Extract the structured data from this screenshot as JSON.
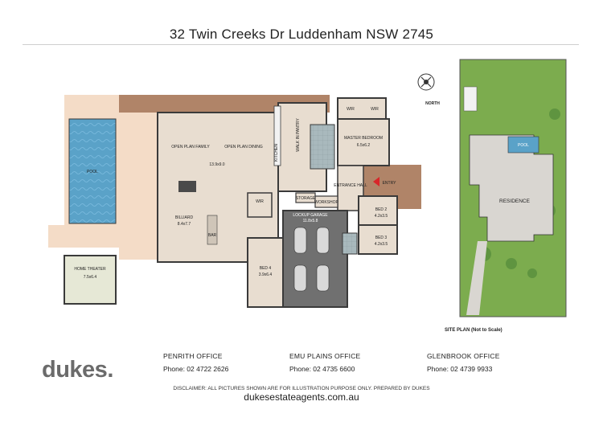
{
  "header": {
    "address": "32 Twin Creeks Dr Luddenham NSW 2745"
  },
  "compass": {
    "label": "NORTH"
  },
  "rooms": {
    "pool": "POOL",
    "home_theater": "HOME THEATER",
    "home_theater_size": "7.5x6.4",
    "open_plan_family": "OPEN PLAN FAMILY",
    "open_plan_dining": "OPEN PLAN DINING",
    "open_plan_size": "13.9x9.0",
    "billiard": "BILLIARD",
    "billiard_size": "8.4x7.7",
    "bar": "BAR",
    "kitchen": "KITCHEN",
    "walk_in_pantry": "WALK IN PANTRY",
    "wir_1": "WIR",
    "wir_2": "WIR",
    "wir_3": "WIR",
    "master_bedroom": "MASTER BEDROOM",
    "master_bedroom_size": "6.5x6.2",
    "entrance_hall": "ENTRANCE HALL",
    "entry": "ENTRY",
    "storage": "STORAGE",
    "workshop": "WORKSHOP",
    "lockup_garage": "LOCKUP GARAGE",
    "lockup_garage_size": "11.8x5.8",
    "bed2": "BED 2",
    "bed2_size": "4.2x3.5",
    "bed3": "BED 3",
    "bed3_size": "4.2x3.5",
    "bed4": "BED 4",
    "bed4_size": "3.9x6.4"
  },
  "site_plan": {
    "pool": "POOL",
    "residence": "RESIDENCE",
    "caption": "SITE PLAN (Not to Scale)"
  },
  "brand": {
    "logo": "dukes."
  },
  "offices": [
    {
      "name": "PENRITH OFFICE",
      "phone": "Phone: 02 4722 2626"
    },
    {
      "name": "EMU PLAINS OFFICE",
      "phone": "Phone: 02 4735 6600"
    },
    {
      "name": "GLENBROOK OFFICE",
      "phone": "Phone: 02 4739 9933"
    }
  ],
  "footer": {
    "disclaimer": "DISCLAIMER: ALL PICTURES SHOWN ARE FOR ILLUSTRATION PURPOSE ONLY. PREPARED BY DUKES",
    "website": "dukesestateagents.com.au"
  },
  "colors": {
    "wall": "#3a3a3a",
    "floor_beige": "#e8ddd0",
    "peach": "#f4dcc7",
    "timber": "#b08468",
    "pool_water": "#5aa2c8",
    "garage": "#707070",
    "tile": "#a9b9bd",
    "lawn": "#7cac4e",
    "grey_floor": "#d9d6d1"
  }
}
